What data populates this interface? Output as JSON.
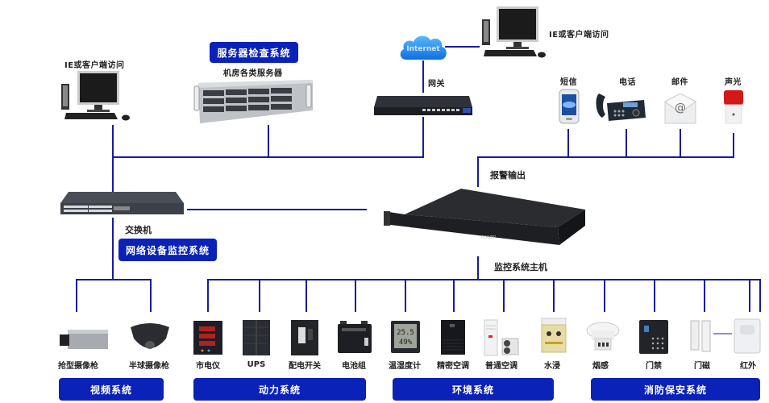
{
  "top": {
    "client_left_label": "IE或客户端访问",
    "client_right_label": "IE或客户端访问",
    "server_badge": "服务器检查系统",
    "server_label": "机房各类服务器",
    "internet_label": "Internet",
    "gateway_label": "网关"
  },
  "alarm": {
    "title": "报警输出",
    "items": [
      {
        "label": "短信",
        "icon": "smartphone-icon"
      },
      {
        "label": "电话",
        "icon": "telephone-icon"
      },
      {
        "label": "邮件",
        "icon": "email-icon"
      },
      {
        "label": "声光",
        "icon": "siren-icon"
      }
    ]
  },
  "middle": {
    "switch_label": "交换机",
    "network_badge": "网络设备监控系统",
    "host_label": "监控系统主机"
  },
  "groups": [
    {
      "badge": "视频系统",
      "items": [
        {
          "label": "抢型摄像枪",
          "icon": "box-camera-icon"
        },
        {
          "label": "半球摄像枪",
          "icon": "dome-camera-icon"
        }
      ]
    },
    {
      "badge": "动力系统",
      "items": [
        {
          "label": "市电仪",
          "icon": "power-meter-icon"
        },
        {
          "label": "UPS",
          "icon": "ups-icon"
        },
        {
          "label": "配电开关",
          "icon": "breaker-icon"
        },
        {
          "label": "电池组",
          "icon": "battery-icon"
        }
      ]
    },
    {
      "badge": "环境系统",
      "items": [
        {
          "label": "温湿度计",
          "icon": "hygrometer-icon"
        },
        {
          "label": "精密空调",
          "icon": "precision-ac-icon"
        },
        {
          "label": "普通空调",
          "icon": "ac-unit-icon"
        },
        {
          "label": "水浸",
          "icon": "water-leak-sensor-icon"
        }
      ]
    },
    {
      "badge": "消防保安系统",
      "items": [
        {
          "label": "烟感",
          "icon": "smoke-detector-icon"
        },
        {
          "label": "门禁",
          "icon": "access-control-icon"
        },
        {
          "label": "门磁",
          "icon": "door-contact-icon"
        },
        {
          "label": "红外",
          "icon": "infrared-sensor-icon"
        }
      ]
    }
  ],
  "colors": {
    "line": "#1a1aa0",
    "badge": "#0a22b8"
  }
}
